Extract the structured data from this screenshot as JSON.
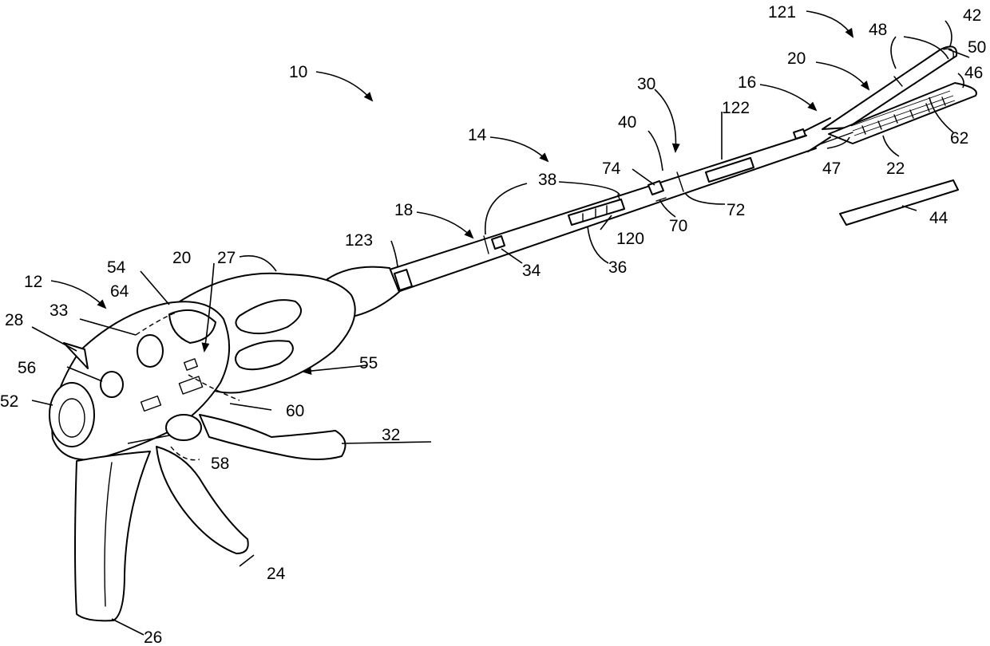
{
  "figure": {
    "labels": [
      "10",
      "12",
      "14",
      "16",
      "18",
      "20",
      "20",
      "22",
      "24",
      "26",
      "27",
      "28",
      "30",
      "32",
      "33",
      "34",
      "36",
      "38",
      "40",
      "42",
      "44",
      "46",
      "47",
      "48",
      "50",
      "52",
      "54",
      "55",
      "56",
      "58",
      "60",
      "62",
      "64",
      "70",
      "72",
      "74",
      "120",
      "121",
      "122",
      "123"
    ]
  },
  "colors": {
    "line": "#000000",
    "background": "#ffffff"
  }
}
